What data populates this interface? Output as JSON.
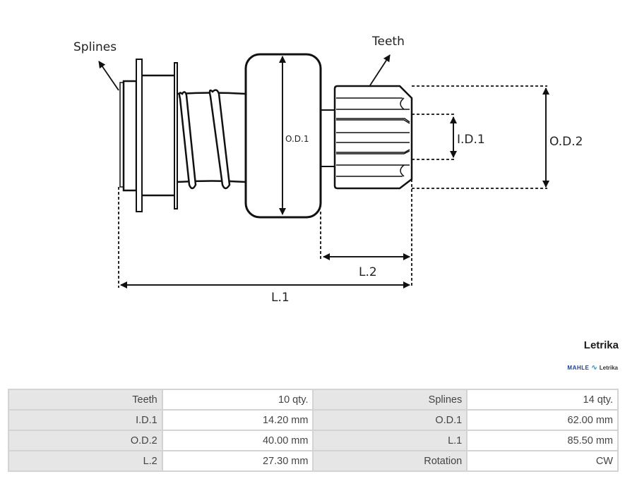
{
  "diagram": {
    "labels": {
      "splines": "Splines",
      "teeth": "Teeth",
      "od1": "O.D.1",
      "id1": "I.D.1",
      "od2": "O.D.2",
      "l1": "L.1",
      "l2": "L.2"
    }
  },
  "brand": {
    "title": "Letrika",
    "logo_mahle": "MAHLE",
    "logo_wave": "∿",
    "logo_letrika": "Letrika"
  },
  "specs": {
    "rows": [
      [
        {
          "label": "Teeth",
          "value": "10 qty."
        },
        {
          "label": "Splines",
          "value": "14 qty."
        }
      ],
      [
        {
          "label": "I.D.1",
          "value": "14.20 mm"
        },
        {
          "label": "O.D.1",
          "value": "62.00 mm"
        }
      ],
      [
        {
          "label": "O.D.2",
          "value": "40.00 mm"
        },
        {
          "label": "L.1",
          "value": "85.50 mm"
        }
      ],
      [
        {
          "label": "L.2",
          "value": "27.30 mm"
        },
        {
          "label": "Rotation",
          "value": "CW"
        }
      ]
    ]
  }
}
